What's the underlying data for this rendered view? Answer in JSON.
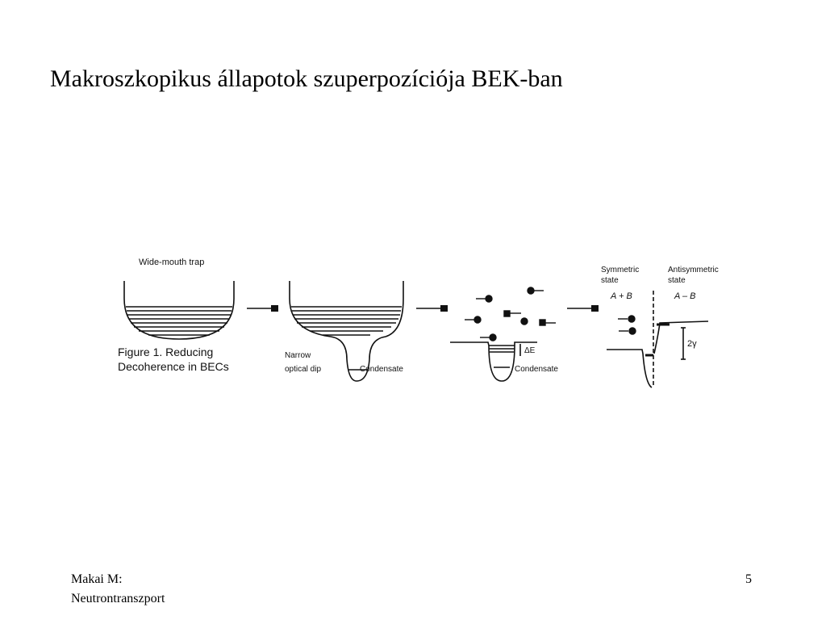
{
  "slide": {
    "title": "Makroszkopikus állapotok szuperpozíciója BEK-ban",
    "footer_author_line1": "Makai M:",
    "footer_author_line2": "Neutrontranszport",
    "page_number": "5"
  },
  "figure": {
    "label_wide_mouth_trap": "Wide-mouth trap",
    "caption_line1": "Figure 1. Reducing",
    "caption_line2": "Decoherence in BECs",
    "label_narrow_line1": "Narrow",
    "label_narrow_line2": "optical dip",
    "label_condensate_1": "Condensate",
    "label_delta_e": "ΔE",
    "label_condensate_2": "Condensate",
    "label_symmetric_line1": "Symmetric",
    "label_symmetric_line2": "state",
    "label_symmetric_formula": "A + B",
    "label_antisymmetric_line1": "Antisymmetric",
    "label_antisymmetric_line2": "state",
    "label_antisymmetric_formula": "A – B",
    "label_two_gamma": "2γ"
  }
}
